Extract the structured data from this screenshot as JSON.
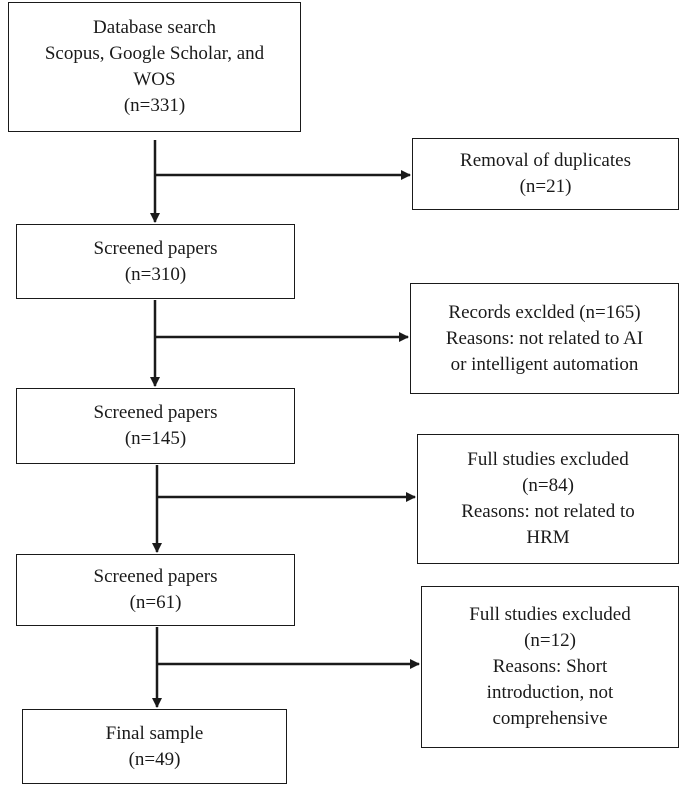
{
  "main_flow": {
    "start": {
      "line1": "Database search",
      "line2": "Scopus, Google Scholar, and",
      "line3": "WOS",
      "count": "(n=331)"
    },
    "step1": {
      "label": "Screened papers",
      "count": "(n=310)"
    },
    "step2": {
      "label": "Screened papers",
      "count": "(n=145)"
    },
    "step3": {
      "label": "Screened papers",
      "count": "(n=61)"
    },
    "final": {
      "label": "Final sample",
      "count": "(n=49)"
    }
  },
  "exclusions": {
    "dup": {
      "label": "Removal of duplicates",
      "count": "(n=21)"
    },
    "records": {
      "line1": "Records exclded (n=165)",
      "line2": "Reasons: not related to AI",
      "line3": "or intelligent automation"
    },
    "full1": {
      "line1": "Full studies excluded",
      "line2": "(n=84)",
      "line3": "Reasons: not related to",
      "line4": "HRM"
    },
    "full2": {
      "line1": "Full studies excluded",
      "line2": "(n=12)",
      "line3": "Reasons: Short",
      "line4": "introduction, not",
      "line5": "comprehensive"
    }
  }
}
